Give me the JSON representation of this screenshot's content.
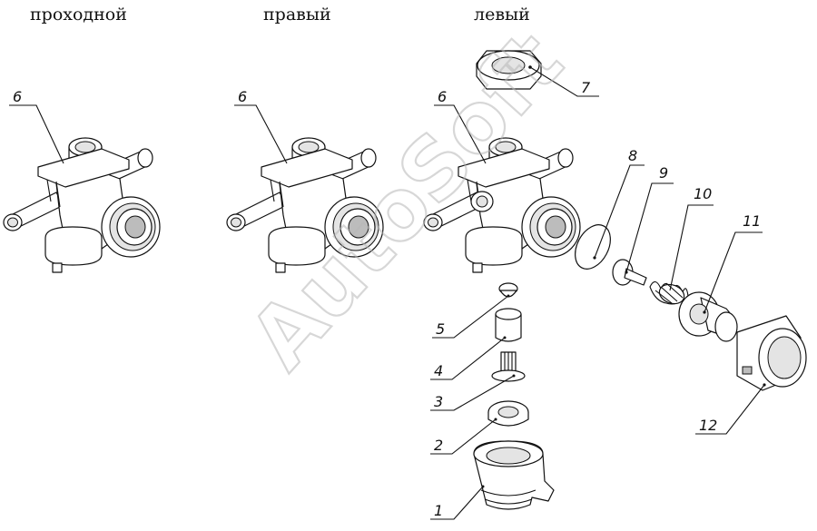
{
  "headers": [
    "проходной",
    "правый",
    "левый"
  ],
  "valves": [
    {
      "label": "6"
    },
    {
      "label": "6"
    },
    {
      "label": "6"
    }
  ],
  "callouts": [
    "7",
    "8",
    "9",
    "10",
    "11",
    "12",
    "5",
    "4",
    "3",
    "2",
    "1"
  ],
  "watermark": "AutoSoft"
}
